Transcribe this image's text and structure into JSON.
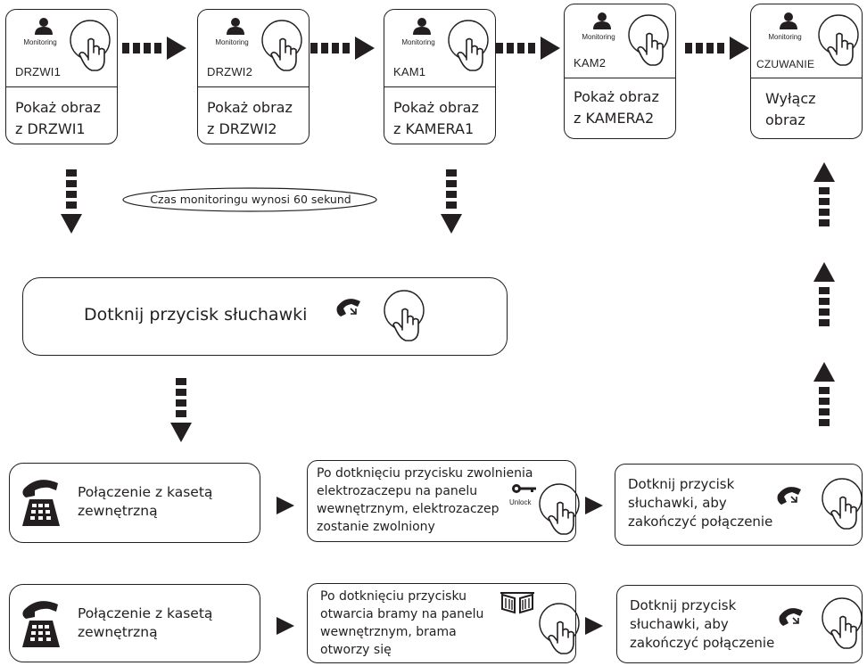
{
  "monitor_boxes": [
    {
      "label": "Monitoring",
      "device": "DRZWI1",
      "description": [
        "Pokaż obraz",
        "z DRZWI1"
      ]
    },
    {
      "label": "Monitoring",
      "device": "DRZWI2",
      "description": [
        "Pokaż obraz",
        "z DRZWI2"
      ]
    },
    {
      "label": "Monitoring",
      "device": "KAM1",
      "description": [
        "Pokaż obraz",
        "z KAMERA1"
      ]
    },
    {
      "label": "Monitoring",
      "device": "KAM2",
      "description": [
        "Pokaż obraz",
        "z KAMERA2"
      ]
    },
    {
      "label": "Monitoring",
      "device": "CZUWANIE",
      "description": [
        "Wyłącz",
        "obraz"
      ]
    }
  ],
  "monitoring_time": "Czas monitoringu wynosi 60 sekund",
  "handset_box": {
    "text": "Dotknij przycisk słuchawki",
    "icon": "handset-icon"
  },
  "row1": {
    "call_text": [
      "Połączenie z kasetą",
      "zewnętrzną"
    ],
    "unlock_text": [
      "Po dotknięciu przycisku zwolnienia",
      "elektrozaczepu na panelu",
      "wewnętrznym, elektrozaczep",
      "zostanie zwolniony"
    ],
    "unlock_label": "Unlock",
    "end_text": [
      "Dotknij przycisk",
      "słuchawki, aby",
      "zakończyć połączenie"
    ]
  },
  "row2": {
    "call_text": [
      "Połączenie z kasetą",
      "zewnętrzną"
    ],
    "gate_text": [
      "Po dotknięciu przycisku",
      "otwarcia bramy na panelu",
      "wewnętrznym, brama",
      "otworzy się"
    ],
    "end_text": [
      "Dotknij przycisk",
      "słuchawki, aby",
      "zakończyć połączenie"
    ]
  },
  "colors": {
    "line": "#231f20",
    "background": "#ffffff"
  }
}
